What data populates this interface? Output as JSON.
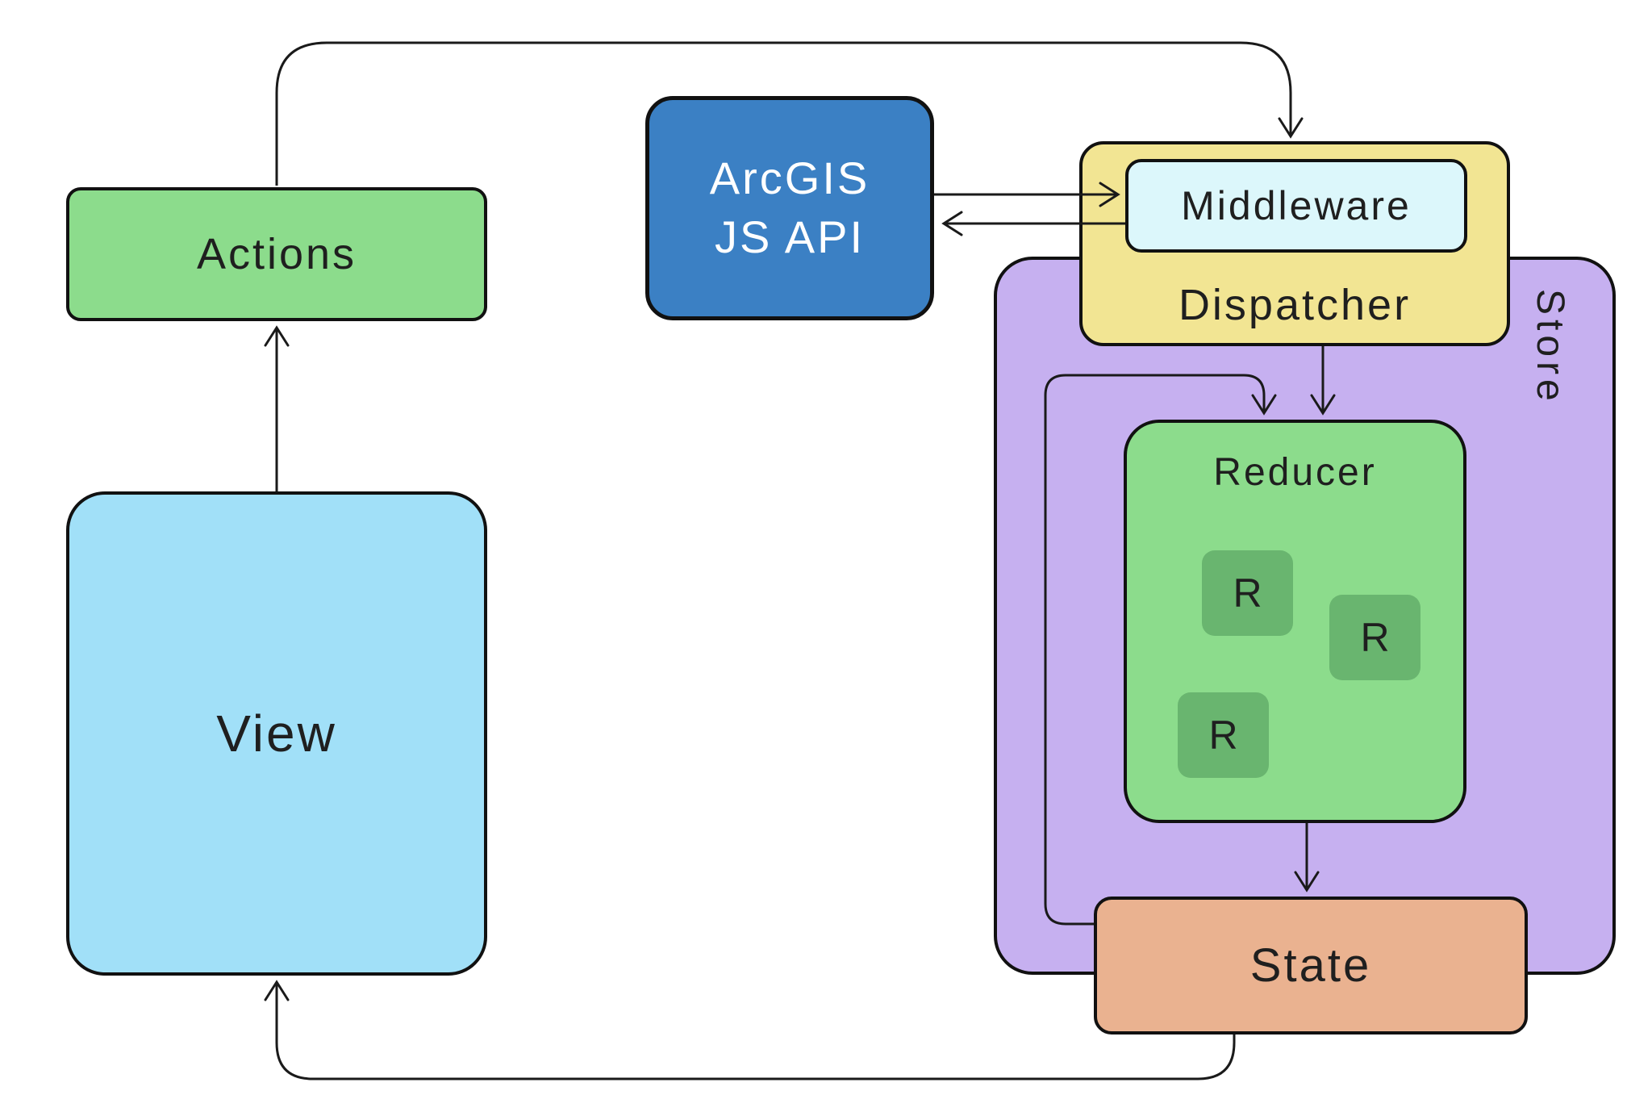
{
  "style": {
    "background": "#ffffff",
    "line_color": "#1a1a1a",
    "border_color": "#111111"
  },
  "nodes": {
    "actions": {
      "label": "Actions",
      "fill": "#8CDC8C"
    },
    "view": {
      "label": "View",
      "fill": "#A1E0F8"
    },
    "arcgis_js_api": {
      "line1": "ArcGIS",
      "line2": "JS API",
      "fill": "#3B80C4",
      "text_color": "#FFFFFF"
    },
    "dispatcher": {
      "label": "Dispatcher",
      "fill": "#F2E593"
    },
    "middleware": {
      "label": "Middleware",
      "fill": "#DCF7FB"
    },
    "store": {
      "label": "Store",
      "fill": "#C6B0F0"
    },
    "reducer": {
      "label": "Reducer",
      "fill": "#8CDC8C",
      "item_fill": "#69B56F",
      "items": [
        {
          "label": "R"
        },
        {
          "label": "R"
        },
        {
          "label": "R"
        }
      ]
    },
    "state": {
      "label": "State",
      "fill": "#EAB290"
    }
  },
  "edges": [
    {
      "from": "Actions",
      "to": "Dispatcher"
    },
    {
      "from": "View",
      "to": "Actions"
    },
    {
      "from": "ArcGIS JS API",
      "to": "Middleware"
    },
    {
      "from": "Middleware",
      "to": "ArcGIS JS API"
    },
    {
      "from": "Dispatcher",
      "to": "Reducer"
    },
    {
      "from": "State",
      "to": "Reducer"
    },
    {
      "from": "Reducer",
      "to": "State"
    },
    {
      "from": "State",
      "to": "View"
    }
  ]
}
